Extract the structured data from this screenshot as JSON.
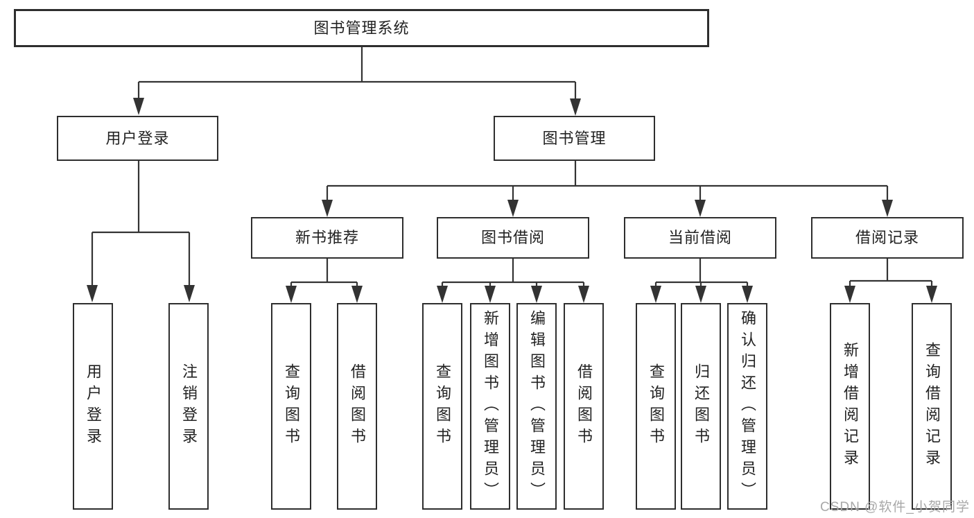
{
  "diagram": {
    "title": "图书管理系统",
    "root": "图书管理系统",
    "level1": [
      "用户登录",
      "图书管理"
    ],
    "level2": [
      "新书推荐",
      "图书借阅",
      "当前借阅",
      "借阅记录"
    ],
    "leaves": {
      "user": [
        "用户登录",
        "注销登录"
      ],
      "recommend": [
        "查询图书",
        "借阅图书"
      ],
      "borrow": [
        "查询图书",
        "新增图书（管理员）",
        "编辑图书（管理员）",
        "借阅图书"
      ],
      "current": [
        "查询图书",
        "归还图书",
        "确认归还（管理员）"
      ],
      "records": [
        "新增借阅记录",
        "查询借阅记录"
      ]
    }
  },
  "watermark": "CSDN @软件_小贺同学",
  "colors": {
    "line": "#333333",
    "box_border": "#2e2e2e",
    "text": "#222222",
    "background": "#ffffff",
    "watermark": "#a8a8a8"
  }
}
